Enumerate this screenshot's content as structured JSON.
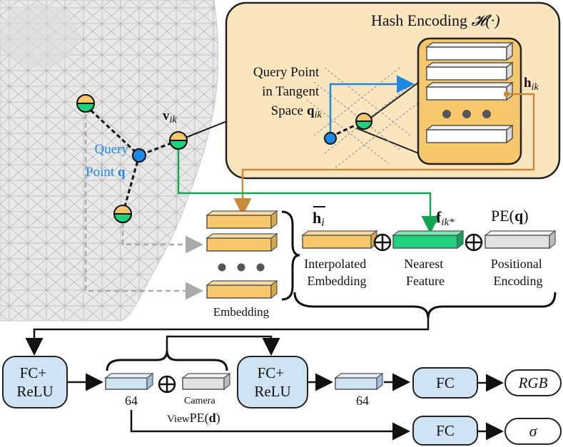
{
  "hash_encoding": {
    "title": "Hash Encoding",
    "symbol": "𝓗(·)"
  },
  "query_tangent": {
    "line1": "Query Point",
    "line2": "in Tangent",
    "line3": "Space",
    "symbol": "q",
    "sub": "ik"
  },
  "h_ik": {
    "main": "h",
    "sub": "ik"
  },
  "v_ik": {
    "main": "v",
    "sub": "ik"
  },
  "query_point": {
    "line1": "Query",
    "line2": "Point",
    "symbol": "q"
  },
  "h_bar": {
    "main": "h",
    "sub": "i"
  },
  "f_ik": {
    "main": "f",
    "sub": "ik*"
  },
  "pe_q": {
    "text": "PE(",
    "symbol": "q",
    "close": ")"
  },
  "embedding_label": "Embedding",
  "interpolated": {
    "line1": "Interpolated",
    "line2": "Embedding"
  },
  "nearest": {
    "line1": "Nearest",
    "line2": "Feature"
  },
  "positional": {
    "line1": "Positional",
    "line2": "Encoding"
  },
  "fc_relu_1": {
    "line1": "FC+",
    "line2": "ReLU"
  },
  "fc_relu_2": {
    "line1": "FC+",
    "line2": "ReLU"
  },
  "dim_64_a": "64",
  "dim_64_b": "64",
  "camera_view": {
    "line1": "Camera",
    "line2": "View",
    "pe": "PE(",
    "symbol": "d",
    "close": ")"
  },
  "fc_rgb": "FC",
  "fc_sigma": "FC",
  "out_rgb": "RGB",
  "out_sigma": "σ",
  "colors": {
    "hash_bg": "#fbe6bf",
    "embed_fill": "#f6c86b",
    "nearest_fill": "#1fd07c",
    "pe_fill": "#e2e2e2",
    "module_fill": "#cfe3f5",
    "green_line": "#14a552",
    "orange_line": "#c98a3a",
    "blue_line": "#1e88e5"
  }
}
